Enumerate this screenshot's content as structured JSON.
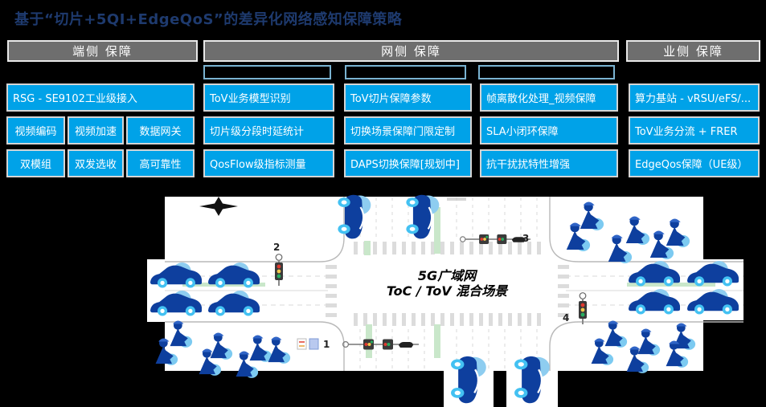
{
  "title": "基于“切片+5QI+EdgeQoS”的差异化网络感知保障策略",
  "headers": {
    "device": "端侧 保障",
    "network": "网侧 保障",
    "business": "业侧 保障"
  },
  "device": {
    "access": "RSG - SE9102工业级接入",
    "row2": [
      "视频编码",
      "视频加速",
      "数据网关"
    ],
    "row3": [
      "双模组",
      "双发选收",
      "高可靠性"
    ]
  },
  "network": {
    "col1": [
      "ToV业务模型识别",
      "切片级分段时延统计",
      "QosFlow级指标测量"
    ],
    "col2": [
      "ToV切片保障参数",
      "切换场景保障门限定制",
      "DAPS切换保障[规划中]"
    ],
    "col3": [
      "帧离散化处理_视频保障",
      "SLA小闭环保障",
      "抗干扰扰特性增强"
    ]
  },
  "business": [
    "算力基站 - vRSU/eFS/...",
    "ToV业务分流 + FRER",
    "EdgeQos保障（UE级）"
  ],
  "scene": {
    "caption1": "5G广域网",
    "caption2": "ToC / ToV 混合场景",
    "markers": [
      "1",
      "2",
      "3",
      "4"
    ]
  },
  "colors": {
    "box_blue": "#00a2e8",
    "header_gray": "#6e6e6e",
    "title_navy": "#1e3a6e",
    "bracket_blue": "#7ab3d1",
    "car_blue": "#0e3f9e",
    "wheel_cyan": "#43c1f2",
    "glow_blue": "#8ecdf0",
    "median_green": "#c9e7ca"
  }
}
